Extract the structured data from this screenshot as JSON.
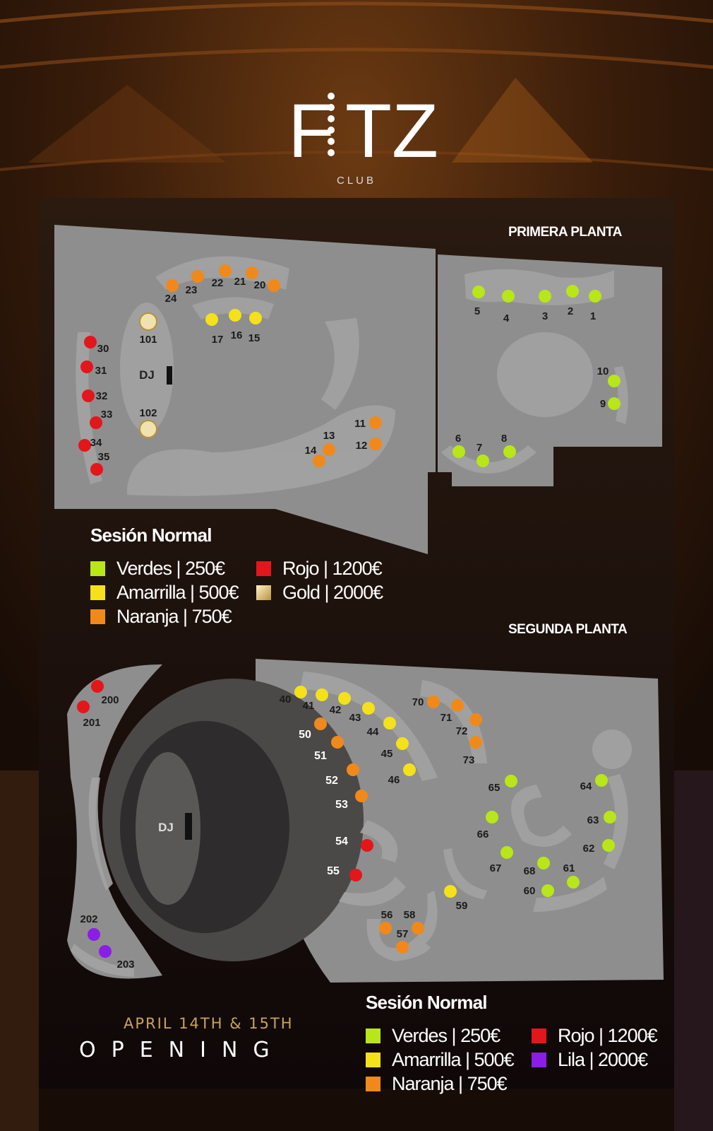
{
  "brand": {
    "name_left": "F",
    "name_right": "TZ",
    "subtitle": "CLUB"
  },
  "floors": [
    {
      "title": "PRIMERA PLANTA"
    },
    {
      "title": "SEGUNDA PLANTA"
    }
  ],
  "dj_label": "DJ",
  "colors": {
    "verde": "#b8e619",
    "amarilla": "#f4e11a",
    "naranja": "#f0891a",
    "rojo": "#e3161c",
    "gold": "#e6d39a",
    "lila": "#8b1ee6"
  },
  "legends": [
    {
      "title": "Sesión Normal",
      "items": [
        {
          "label": "Verdes | 250€",
          "color": "#b8e619"
        },
        {
          "label": "Amarrilla | 500€",
          "color": "#f4e11a"
        },
        {
          "label": "Naranja | 750€",
          "color": "#f0891a"
        },
        {
          "label": "Rojo | 1200€",
          "color": "#e3161c"
        },
        {
          "label": "Gold | 2000€",
          "color": "#e6d39a"
        }
      ]
    },
    {
      "title": "Sesión Normal",
      "items": [
        {
          "label": "Verdes | 250€",
          "color": "#b8e619"
        },
        {
          "label": "Amarrilla | 500€",
          "color": "#f4e11a"
        },
        {
          "label": "Naranja | 750€",
          "color": "#f0891a"
        },
        {
          "label": "Rojo | 1200€",
          "color": "#e3161c"
        },
        {
          "label": "Lila | 2000€",
          "color": "#8b1ee6"
        }
      ]
    }
  ],
  "tables_floor1": [
    {
      "id": "1",
      "tier": "verde"
    },
    {
      "id": "2",
      "tier": "verde"
    },
    {
      "id": "3",
      "tier": "verde"
    },
    {
      "id": "4",
      "tier": "verde"
    },
    {
      "id": "5",
      "tier": "verde"
    },
    {
      "id": "6",
      "tier": "verde"
    },
    {
      "id": "7",
      "tier": "verde"
    },
    {
      "id": "8",
      "tier": "verde"
    },
    {
      "id": "9",
      "tier": "verde"
    },
    {
      "id": "10",
      "tier": "verde"
    },
    {
      "id": "11",
      "tier": "naranja"
    },
    {
      "id": "12",
      "tier": "naranja"
    },
    {
      "id": "13",
      "tier": "naranja"
    },
    {
      "id": "14",
      "tier": "naranja"
    },
    {
      "id": "15",
      "tier": "amarilla"
    },
    {
      "id": "16",
      "tier": "amarilla"
    },
    {
      "id": "17",
      "tier": "amarilla"
    },
    {
      "id": "20",
      "tier": "naranja"
    },
    {
      "id": "21",
      "tier": "naranja"
    },
    {
      "id": "22",
      "tier": "naranja"
    },
    {
      "id": "23",
      "tier": "naranja"
    },
    {
      "id": "24",
      "tier": "naranja"
    },
    {
      "id": "30",
      "tier": "rojo"
    },
    {
      "id": "31",
      "tier": "rojo"
    },
    {
      "id": "32",
      "tier": "rojo"
    },
    {
      "id": "33",
      "tier": "rojo"
    },
    {
      "id": "34",
      "tier": "rojo"
    },
    {
      "id": "35",
      "tier": "rojo"
    },
    {
      "id": "101",
      "tier": "gold"
    },
    {
      "id": "102",
      "tier": "gold"
    }
  ],
  "tables_floor2": [
    {
      "id": "40",
      "tier": "amarilla"
    },
    {
      "id": "41",
      "tier": "amarilla"
    },
    {
      "id": "42",
      "tier": "amarilla"
    },
    {
      "id": "43",
      "tier": "amarilla"
    },
    {
      "id": "44",
      "tier": "amarilla"
    },
    {
      "id": "45",
      "tier": "amarilla"
    },
    {
      "id": "46",
      "tier": "amarilla"
    },
    {
      "id": "50",
      "tier": "naranja"
    },
    {
      "id": "51",
      "tier": "naranja"
    },
    {
      "id": "52",
      "tier": "naranja"
    },
    {
      "id": "53",
      "tier": "naranja"
    },
    {
      "id": "54",
      "tier": "rojo"
    },
    {
      "id": "55",
      "tier": "rojo"
    },
    {
      "id": "56",
      "tier": "naranja"
    },
    {
      "id": "57",
      "tier": "naranja"
    },
    {
      "id": "58",
      "tier": "naranja"
    },
    {
      "id": "59",
      "tier": "amarilla"
    },
    {
      "id": "60",
      "tier": "verde"
    },
    {
      "id": "61",
      "tier": "verde"
    },
    {
      "id": "62",
      "tier": "verde"
    },
    {
      "id": "63",
      "tier": "verde"
    },
    {
      "id": "64",
      "tier": "verde"
    },
    {
      "id": "65",
      "tier": "verde"
    },
    {
      "id": "66",
      "tier": "verde"
    },
    {
      "id": "67",
      "tier": "verde"
    },
    {
      "id": "68",
      "tier": "verde"
    },
    {
      "id": "70",
      "tier": "naranja"
    },
    {
      "id": "71",
      "tier": "naranja"
    },
    {
      "id": "72",
      "tier": "naranja"
    },
    {
      "id": "73",
      "tier": "naranja"
    },
    {
      "id": "200",
      "tier": "rojo"
    },
    {
      "id": "201",
      "tier": "rojo"
    },
    {
      "id": "202",
      "tier": "lila"
    },
    {
      "id": "203",
      "tier": "lila"
    }
  ],
  "event": {
    "date": "APRIL 14TH & 15TH",
    "name": "OPENING"
  }
}
